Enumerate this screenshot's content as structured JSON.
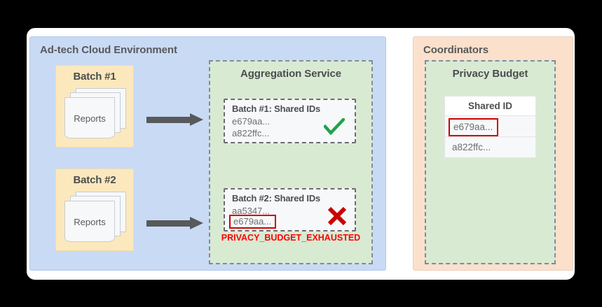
{
  "diagram": {
    "left_panel": {
      "title": "Ad-tech Cloud Environment",
      "color": "#c9daf4",
      "batches": [
        {
          "label": "Batch #1",
          "docs_label": "Reports"
        },
        {
          "label": "Batch #2",
          "docs_label": "Reports"
        }
      ],
      "aggregation_service": {
        "title": "Aggregation Service",
        "color": "#d9ead3",
        "batches": [
          {
            "title": "Batch #1: Shared IDs",
            "ids": [
              "e679aa...",
              "a822ffc..."
            ],
            "flagged_id": null,
            "status": "success",
            "status_icon": "check-icon",
            "status_color": "#22a14a",
            "error": null
          },
          {
            "title": "Batch #2: Shared IDs",
            "ids": [
              "aa5347..."
            ],
            "flagged_id": "e679aa...",
            "status": "error",
            "status_icon": "x-icon",
            "status_color": "#cc0000",
            "error": "PRIVACY_BUDGET_EXHAUSTED"
          }
        ]
      }
    },
    "right_panel": {
      "title": "Coordinators",
      "color": "#fbe0cc",
      "privacy_budget": {
        "title": "Privacy Budget",
        "color": "#d9ead3",
        "table": {
          "header": "Shared ID",
          "rows": [
            {
              "value": "e679aa...",
              "flagged": true
            },
            {
              "value": "a822ffc...",
              "flagged": false
            }
          ]
        }
      }
    }
  }
}
